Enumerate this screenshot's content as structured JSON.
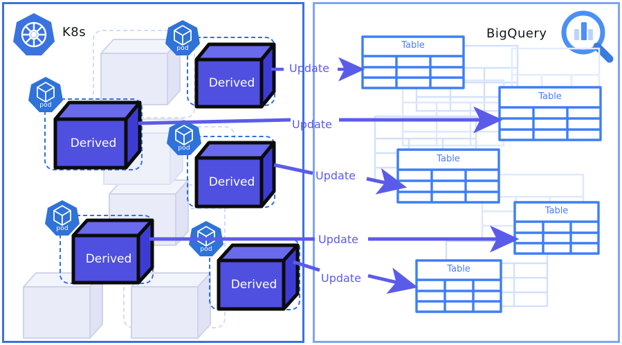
{
  "diagram": {
    "type": "architecture-flow",
    "left_panel": {
      "title": "K8s",
      "logo": "kubernetes-logo",
      "border_color": "#3d6fe0",
      "pods": [
        {
          "badge_label": "pod",
          "box_label": "Derived",
          "state": "active"
        },
        {
          "badge_label": "pod",
          "box_label": "Derived",
          "state": "active"
        },
        {
          "badge_label": "pod",
          "box_label": "Derived",
          "state": "active"
        },
        {
          "badge_label": "pod",
          "box_label": "Derived",
          "state": "active"
        },
        {
          "badge_label": "pod",
          "box_label": "Derived",
          "state": "active"
        }
      ],
      "ghost_box_count": 6
    },
    "right_panel": {
      "title": "BigQuery",
      "logo": "bigquery-magnifier-icon",
      "border_color": "#7ea4f2",
      "tables": [
        {
          "label": "Table",
          "state": "active"
        },
        {
          "label": "Table",
          "state": "active"
        },
        {
          "label": "Table",
          "state": "active"
        },
        {
          "label": "Table",
          "state": "active"
        },
        {
          "label": "Table",
          "state": "active"
        }
      ],
      "ghost_table_count": 6
    },
    "connections": [
      {
        "label": "Update",
        "from": "derived-pod-1",
        "to": "table-1"
      },
      {
        "label": "Update",
        "from": "derived-pod-2",
        "to": "table-2"
      },
      {
        "label": "Update",
        "from": "derived-pod-3",
        "to": "table-3"
      },
      {
        "label": "Update",
        "from": "derived-pod-4",
        "to": "table-4"
      },
      {
        "label": "Update",
        "from": "derived-pod-5",
        "to": "table-5"
      }
    ],
    "colors": {
      "derived_box_face": "#4f4fe0",
      "derived_box_outline": "#0b0b0b",
      "ghost_box_face": "#e9ebf8",
      "pod_badge": "#2f72d8",
      "table_stroke": "#3d7ef5",
      "ghost_table_stroke": "#d3e1fb",
      "arrow": "#5b5bea",
      "update_label": "#5b5bea"
    }
  }
}
